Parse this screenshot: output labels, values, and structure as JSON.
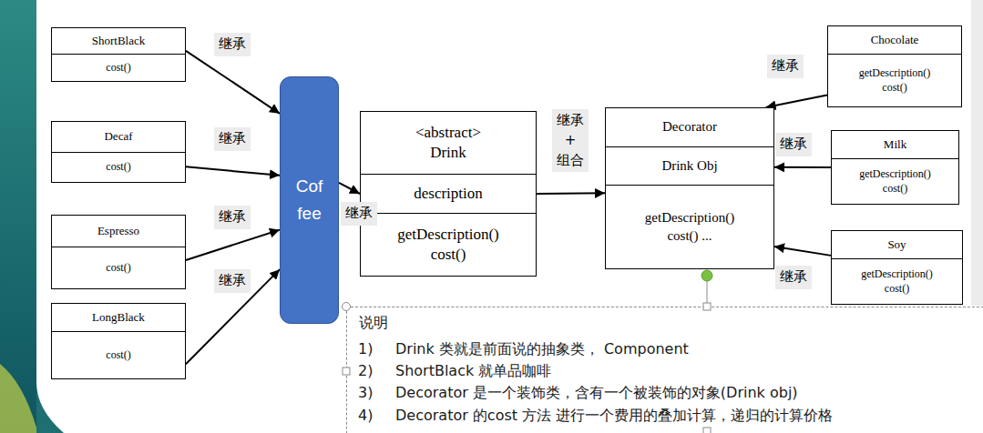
{
  "diagram": {
    "nodes": [
      {
        "text": [
          "ShortBlack",
          "cost()"
        ]
      },
      {
        "text": [
          "Decaf",
          "cost()"
        ]
      },
      {
        "text": [
          "Espresso",
          "cost()"
        ]
      },
      {
        "text": [
          "LongBlack",
          "cost()"
        ]
      },
      {
        "text": [
          "Cof fee"
        ]
      },
      {
        "text": [
          "<abstract> Drink",
          "description",
          "getDescription() cost()"
        ]
      },
      {
        "text": [
          "Decorator",
          "Drink Obj",
          "getDescription() cost() ..."
        ]
      },
      {
        "text": [
          "Chocolate",
          "getDescription() cost()"
        ]
      },
      {
        "text": [
          "Milk",
          "getDescription() cost()"
        ]
      },
      {
        "text": [
          "Soy",
          "getDescription() cost()"
        ]
      },
      {
        "text": [
          "说明",
          "1)",
          "Drink 类就是前面说的抽象类， Component",
          "2)",
          "ShortBlack 就单品咖啡",
          "3)",
          "Decorator 是一个装饰类，含有一个被装饰的对象(Drink obj)",
          "4)",
          "Decorator 的cost 方法 进行一个费用的叠加计算，递归的计算价格"
        ]
      }
    ],
    "edges": [
      {
        "from": 0,
        "to": 4,
        "arrow": "to",
        "label": "继承"
      },
      {
        "from": 1,
        "to": 4,
        "arrow": "to",
        "label": "继承"
      },
      {
        "from": 2,
        "to": 4,
        "arrow": "to",
        "label": "继承"
      },
      {
        "from": 3,
        "to": 4,
        "arrow": "to",
        "label": "继承"
      },
      {
        "from": 4,
        "to": 5,
        "arrow": "to",
        "label": "继承"
      },
      {
        "from": 5,
        "to": 6,
        "arrow": "to",
        "label": "继承 + 组合"
      },
      {
        "from": 7,
        "to": 6,
        "arrow": "to",
        "label": "继承"
      },
      {
        "from": 8,
        "to": 6,
        "arrow": "to",
        "label": "继承"
      },
      {
        "from": 9,
        "to": 6,
        "arrow": "to",
        "label": "继承"
      }
    ]
  }
}
